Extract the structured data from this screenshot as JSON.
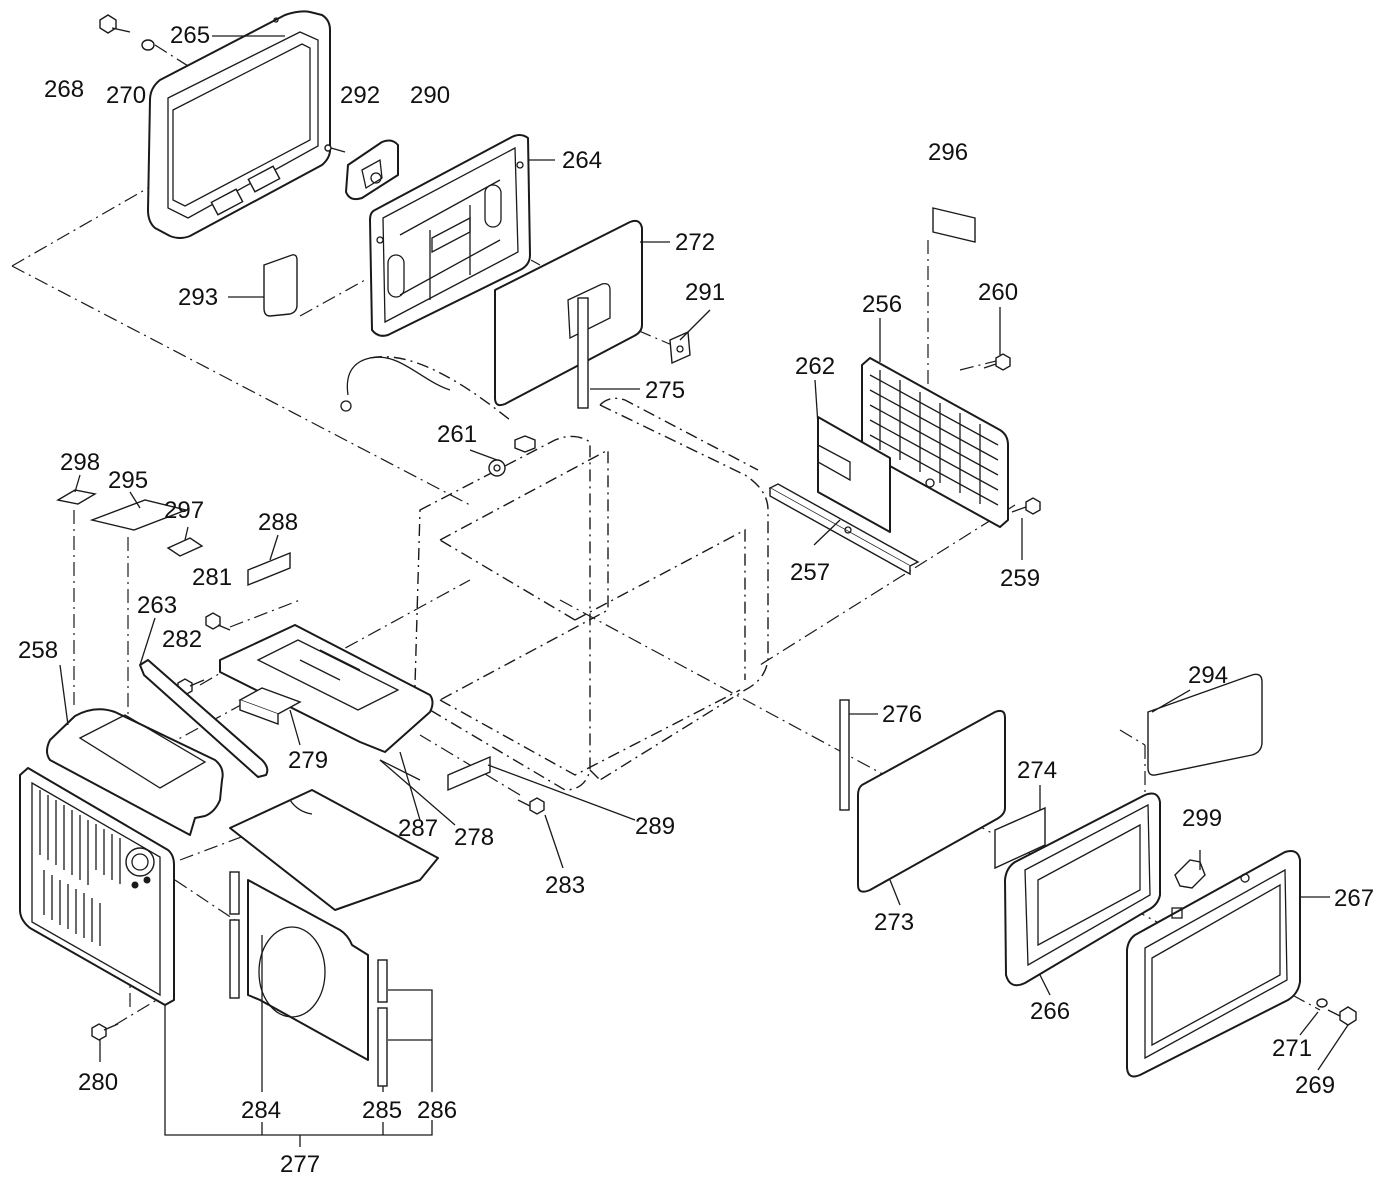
{
  "diagram": {
    "type": "exploded-parts-view",
    "part_numbers": [
      "256",
      "257",
      "258",
      "259",
      "260",
      "261",
      "262",
      "263",
      "264",
      "265",
      "266",
      "267",
      "268",
      "269",
      "270",
      "271",
      "272",
      "273",
      "274",
      "275",
      "276",
      "277",
      "278",
      "279",
      "280",
      "281",
      "282",
      "283",
      "284",
      "285",
      "286",
      "287",
      "288",
      "289",
      "290",
      "291",
      "292",
      "293",
      "294",
      "295",
      "296",
      "297",
      "298",
      "299"
    ]
  },
  "callouts": {
    "p265": "265",
    "p268": "268",
    "p270": "270",
    "p292": "292",
    "p290": "290",
    "p264": "264",
    "p272": "272",
    "p293": "293",
    "p291": "291",
    "p275": "275",
    "p296": "296",
    "p260": "260",
    "p256": "256",
    "p262": "262",
    "p261": "261",
    "p257": "257",
    "p259": "259",
    "p298": "298",
    "p295": "295",
    "p297": "297",
    "p288": "288",
    "p281": "281",
    "p263": "263",
    "p282": "282",
    "p258": "258",
    "p279": "279",
    "p289": "289",
    "p287": "287",
    "p278": "278",
    "p283": "283",
    "p280": "280",
    "p284": "284",
    "p285": "285",
    "p286": "286",
    "p277": "277",
    "p294": "294",
    "p276": "276",
    "p274": "274",
    "p299": "299",
    "p267": "267",
    "p273": "273",
    "p266": "266",
    "p271": "271",
    "p269": "269"
  }
}
